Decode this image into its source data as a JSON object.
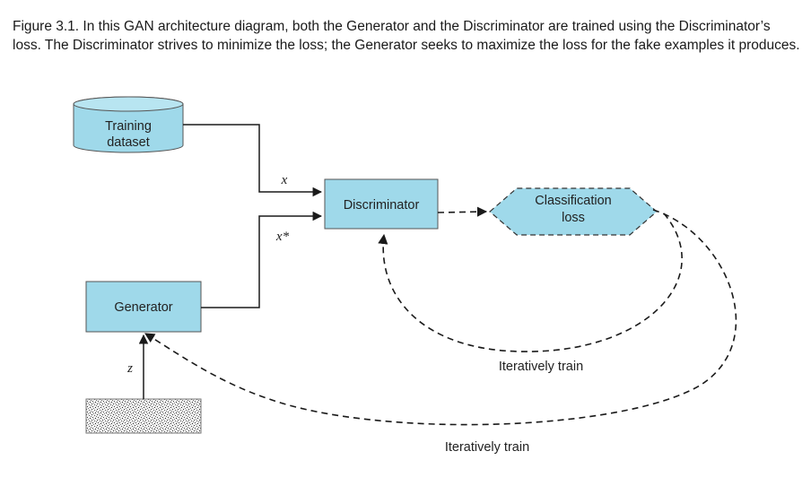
{
  "caption": "Figure 3.1. In this GAN architecture diagram, both the Generator and the Discriminator are trained using the Discriminator’s loss. The Discriminator strives to minimize the loss; the Generator seeks to maximize the loss for the fake examples it produces.",
  "nodes": {
    "dataset_line1": "Training",
    "dataset_line2": "dataset",
    "discriminator": "Discriminator",
    "loss_line1": "Classification",
    "loss_line2": "loss",
    "generator": "Generator"
  },
  "edge_labels": {
    "x": "x",
    "x_star": "x*",
    "z": "z",
    "train_inner": "Iteratively train",
    "train_outer": "Iteratively train"
  },
  "colors": {
    "node_fill": "#9fd9ea",
    "line": "#1a1a1a"
  }
}
